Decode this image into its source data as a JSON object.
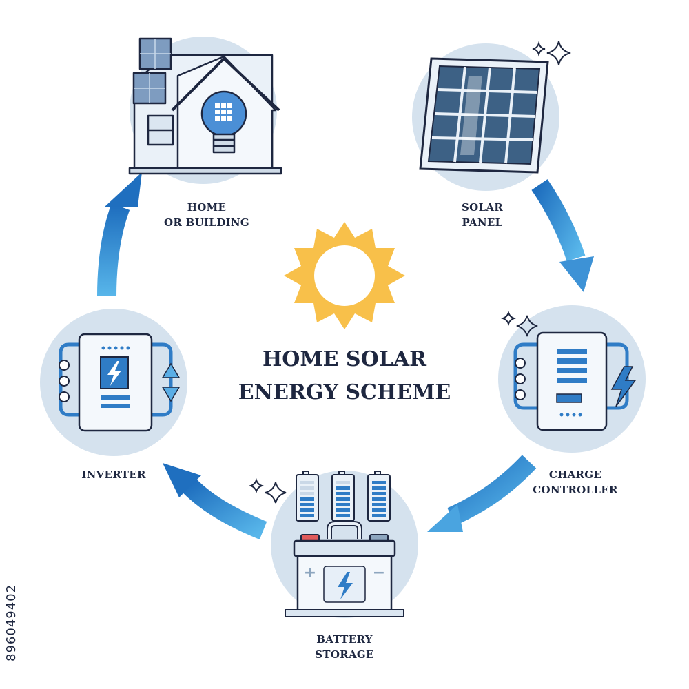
{
  "title": {
    "line1": "HOME SOLAR",
    "line2": "ENERGY SCHEME"
  },
  "stages": {
    "home": {
      "line1": "HOME",
      "line2": "OR BUILDING"
    },
    "solar_panel": {
      "line1": "SOLAR",
      "line2": "PANEL"
    },
    "charge_controller": {
      "line1": "CHARGE",
      "line2": "CONTROLLER"
    },
    "battery_storage": {
      "line1": "BATTERY",
      "line2": "STORAGE"
    },
    "inverter": {
      "line1": "INVERTER"
    }
  },
  "stock_id": "896049402",
  "colors": {
    "circle_fill": "#d5e2ee",
    "outline": "#1e2740",
    "accent_blue": "#2f7cc6",
    "light_blue": "#5aaee6",
    "sun": "#f8c04a",
    "panel_cell": "#4f6f8f"
  }
}
